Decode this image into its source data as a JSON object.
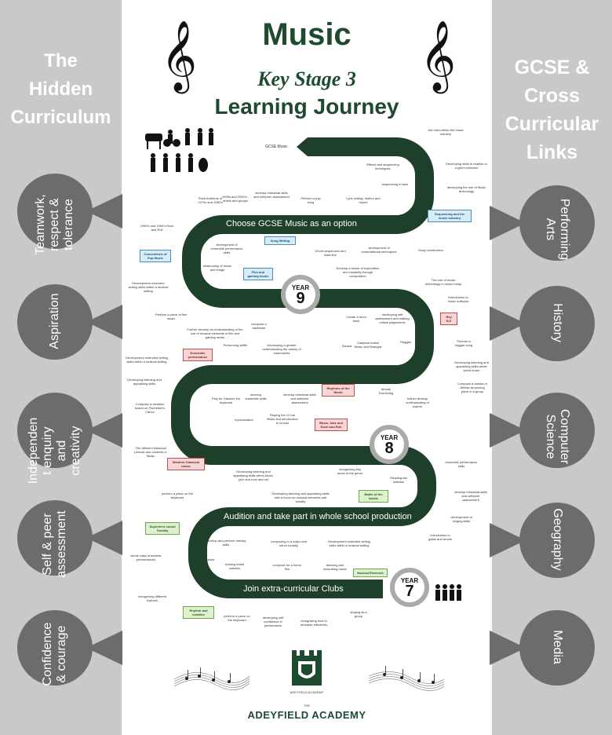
{
  "title": {
    "main": "Music",
    "sub": "Key Stage 3",
    "third": "Learning Journey"
  },
  "left_heading": "The\nHidden\nCurriculum",
  "right_heading": "GCSE &\nCross\nCurricular\nLinks",
  "left_bubbles": [
    "Teamwork,\nrespect &\ntolerance",
    "Aspiration",
    "Independen\nt enquiry\nand\ncreativity",
    "Self & peer\nassessment",
    "Confidence\n& courage"
  ],
  "right_bubbles": [
    "Performing\nArts",
    "History",
    "Computer\nScience",
    "Geography",
    "Media"
  ],
  "road": {
    "gcse": "GCSE Music",
    "option": "Choose GCSE Music as an option",
    "audition": "Audition and take part in whole school production",
    "clubs": "Join extra-curricular Clubs",
    "color": "#1e3f2a"
  },
  "years": [
    {
      "word": "YEAR",
      "num": "9"
    },
    {
      "word": "YEAR",
      "num": "8"
    },
    {
      "word": "YEAR",
      "num": "7"
    }
  ],
  "notes": [
    "Job roles within the music industry",
    "Effects and sequencing techniques",
    "Developing skills in relation to a given scenario",
    "sequencing a track",
    "developing the use of Music technology",
    "Rock Anthems of 1970s and 1980's",
    "1990s and 2000's - artists and groups",
    "develop rehearsal skills and self/peer assessment",
    "Perform a pop song",
    "Lyric writing, rhythm and rhyme",
    "1950's and 1960's Rock and Roll",
    "Chord sequences and bass line",
    "development of compositional techniques",
    "Song construction",
    "development of ensemble performance skills",
    "relationship of music and image",
    "Development extended writing skills within a musical setting",
    "Perform a piece of film music",
    "compose a backtrack",
    "Further develop an understanding of the use of musical elements in film and gaming music",
    "Develop a sense of exploration and creativity through composition",
    "Create a drum track",
    "developing self assessment and making critical judgements",
    "The role of music technology in music today",
    "Introduction to music software",
    "Perform a reggae song",
    "Reggae",
    "Performing skiffle",
    "Developing a greater understanding the variety of instruments",
    "Samba",
    "Classical Indian Music and Bhangra",
    "Development extended writing skills within a musical setting",
    "Developing listening and appraising skills",
    "develop ensemble skills",
    "develop rehearsal skills and self/peer assessment",
    "Developing listening and appraising skills within world music",
    "Compose a variation based on Pachelbel's Canon",
    "Play for Glasson the keyboard",
    "African Drumming",
    "further develop understanding of rhythm",
    "Compose a samba or African drumming piece in a group",
    "Improvisation",
    "Playing the 12 bar Blues and introduction to chords",
    "The different historical periods and contexts in Music",
    "Developing listening and appraising skills within blues, jazz and rock and roll",
    "recognising key areas of the genre",
    "ensemble performance skills",
    "Reading tab notation",
    "develop rehearsal skills and self/peer assessment",
    "perform a piece on the keyboard",
    "Developing listening and appraising skills with a focus on musical elements and tonality",
    "development of singing skills",
    "develop and perform melody skills",
    "composing in a major and minor tonality",
    "Development extended writing skills within a musical setting",
    "Introduction to guitar and drums",
    "whole class ensemble performances",
    "ukulele",
    "reading treble notation",
    "compose for a horror film",
    "listening and describing music",
    "recognising different rhythms",
    "perform a piece on the keyboard",
    "developing self confidence in performance",
    "recognising how to rehearse effectively",
    "singing as a group"
  ],
  "tags_blue": [
    "Sequencing and the music industry",
    "Song Writing",
    "Film and gaming music",
    "Conventions of Pop Music"
  ],
  "tags_red": [
    "Ensemble performance",
    "Rhythms of the World",
    "Blues, Jazz and Rock and Roll",
    "Western Classical music",
    "Hey DJ!"
  ],
  "tags_green": [
    "Battle of the bands",
    "Superhero sound Tonality",
    "Musical Elements",
    "Rhythm and notation"
  ],
  "logo": {
    "ribbon": "ADEYFIELD ACADEMY",
    "small": "THE",
    "name": "ADEYFIELD ACADEMY"
  },
  "colors": {
    "heading_green": "#1e4a2f",
    "road": "#1e3f2a",
    "side_grey": "#c9c9c9",
    "bubble_grey": "#6c6c6c"
  }
}
